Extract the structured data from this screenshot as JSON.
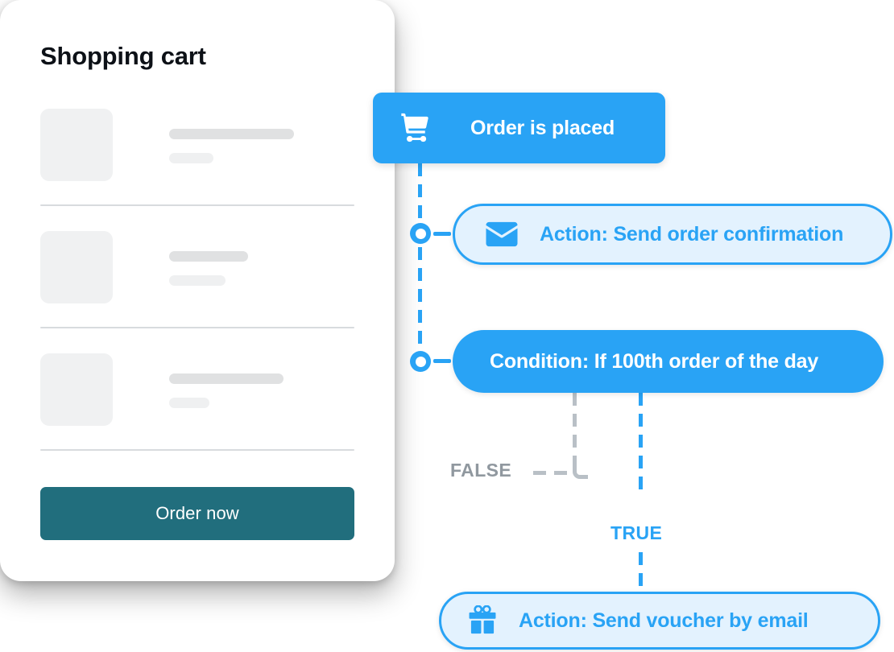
{
  "cart": {
    "title": "Shopping cart",
    "items": [
      {
        "name": "cart-item-1",
        "line_long_width": 155,
        "line_short_width": 55
      },
      {
        "name": "cart-item-2",
        "line_long_width": 98,
        "line_short_width": 70
      },
      {
        "name": "cart-item-3",
        "line_long_width": 142,
        "line_short_width": 50
      }
    ],
    "order_button_label": "Order now",
    "colors": {
      "button": "#216E7D",
      "thumb": "#f0f1f2",
      "line_long": "#e0e1e2",
      "line_short": "#eff0f1",
      "divider": "#d8dbde"
    }
  },
  "flow": {
    "colors": {
      "accent_blue": "#29A3F5",
      "light_blue_fill": "#E3F2FE",
      "gray_dashed": "#b9c0c6",
      "false_label": "#90989f"
    },
    "nodes": [
      {
        "id": "order-placed",
        "label": "Order is placed",
        "icon": "shopping-cart-icon",
        "style": "solid-blue"
      },
      {
        "id": "send-order-confirmation",
        "label": "Action: Send order confirmation",
        "icon": "envelope-icon",
        "style": "light-blue-outline"
      },
      {
        "id": "condition-100th-order",
        "label": "Condition: If 100th order of the day",
        "icon": "none",
        "style": "solid-blue"
      },
      {
        "id": "send-voucher-by-email",
        "label": "Action: Send voucher by email",
        "icon": "gift-icon",
        "style": "light-blue-outline"
      }
    ],
    "branches": {
      "false_label": "FALSE",
      "true_label": "TRUE"
    }
  }
}
